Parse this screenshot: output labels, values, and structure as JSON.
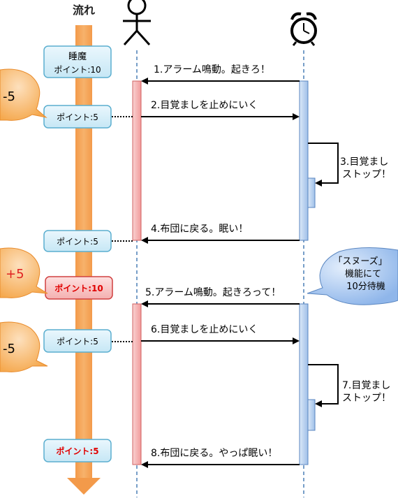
{
  "flow_label": "流れ",
  "points": [
    {
      "line1": "睡魔",
      "line2": "ポイント:10",
      "style": "blue"
    },
    {
      "line1": "",
      "line2": "ポイント:5",
      "style": "blue"
    },
    {
      "line1": "",
      "line2": "ポイント:5",
      "style": "blue"
    },
    {
      "line1": "",
      "line2": "ポイント:10",
      "style": "red"
    },
    {
      "line1": "",
      "line2": "ポイント:5",
      "style": "blue"
    },
    {
      "line1": "",
      "line2": "ポイント:5",
      "style": "white"
    }
  ],
  "deltas": [
    {
      "text": "-5",
      "color": "#000000"
    },
    {
      "text": "+5",
      "color": "#e02020"
    },
    {
      "text": "-5",
      "color": "#000000"
    }
  ],
  "messages": [
    "1.アラーム鳴動。起きろ！",
    "2.目覚ましを止めにいく",
    "4.布団に戻る。眠い！",
    "5.アラーム鳴動。起きろって！",
    "6.目覚ましを止めにいく",
    "8.布団に戻る。やっぱ眠い！"
  ],
  "self_messages": [
    {
      "line1": "3.目覚まし",
      "line2": "ストップ！"
    },
    {
      "line1": "7.目覚まし",
      "line2": "ストップ！"
    }
  ],
  "snooze_note": [
    "「スヌーズ」",
    "機能にて",
    "10分待機"
  ],
  "colors": {
    "flow_arrow": "#f79646",
    "point_blue_fill": "#d6eef8",
    "point_blue_stroke": "#5aaecf",
    "point_red_fill": "#f8c9c9",
    "point_red_stroke": "#d04040",
    "activation_red": "#f7c4c4",
    "activation_blue": "#c6d9f1",
    "callout_orange": "#f9c07a",
    "note_blue": "#a8c8f0"
  }
}
